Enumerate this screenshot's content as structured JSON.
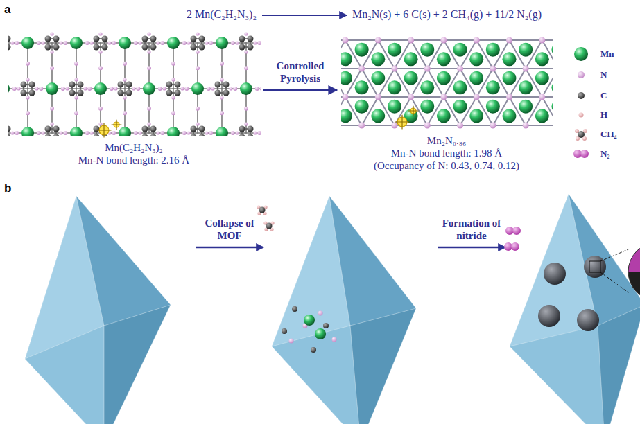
{
  "diagram": {
    "nodes": [
      {
        "text": [
          "Mn(C₂H₂N₃)₂",
          "Mn-N bond length: 2.16 Å"
        ]
      },
      {
        "text": [
          "Mn₂N₀.₈₆",
          "Mn-N bond length: 1.98 Å",
          "(Occupancy of N: 0.43, 0.74, 0.12)"
        ]
      }
    ],
    "edges": [
      {
        "from": 0,
        "to": 1,
        "arrow": "to",
        "label": "Controlled Pyrolysis"
      }
    ],
    "labels": [
      "a",
      "2 Mn(C₂H₂N₃)₂",
      "Mn₂N(s) + 6 C(s) + 2 CH₄(g) + 11/2 N₂(g)",
      "b",
      "Collapse of MOF",
      "Formation of nitride"
    ],
    "legend": [
      {
        "text": "Mn"
      },
      {
        "text": "N"
      },
      {
        "text": "C"
      },
      {
        "text": "H"
      },
      {
        "text": "CH₄"
      },
      {
        "text": "N₂"
      }
    ]
  }
}
